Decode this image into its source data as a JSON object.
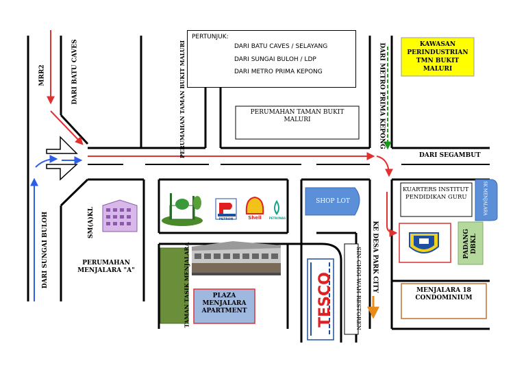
{
  "legend": {
    "title": "PERTUNJUK:",
    "items": [
      {
        "label": "DARI BATU CAVES / SELAYANG",
        "color": "#e03030",
        "style": "solid"
      },
      {
        "label": "DARI SUNGAI BULOH / LDP",
        "color": "#2d5ee8",
        "style": "solid"
      },
      {
        "label": "DARI METRO PRIMA KEPONG",
        "color": "#1a9a1a",
        "style": "dashed"
      }
    ]
  },
  "roads": {
    "mrr2": "MRR2",
    "dari_batu_caves": "DARI BATU CAVES",
    "dari_sungai_buloh": "DARI SUNGAI BULOH",
    "dari_metro_prima_kepong": "DARI METRO PRIMA KEPONG",
    "dari_segambut": "DARI SEGAMBUT",
    "ke_desa_park_city": "KE DESA PARK CITY"
  },
  "places": {
    "perumahan_tbm_vertical": "PERUMAHAN TAMAN BUKIT MALURI",
    "perumahan_tbm_line1": "PERUMAHAN TAMAN BUKIT",
    "perumahan_tbm_line2": "MALURI",
    "kawasan_line1": "KAWASAN",
    "kawasan_line2": "PERINDUSTRIAN",
    "kawasan_line3": "TMN BUKIT",
    "kawasan_line4": "MALURI",
    "kuarters_line1": "KUARTERS INSTITUT",
    "kuarters_line2": "PENDIDIKAN GURU",
    "shop_lot": "SHOP LOT",
    "smk": "SM(A)KL",
    "perumahan_menjalara_line1": "PERUMAHAN",
    "perumahan_menjalara_line2": "MENJALARA \"A\"",
    "taman_tasik": "TAMAN TASIK MENJALARA",
    "plaza_line1": "PLAZA",
    "plaza_line2": "MENJALARA",
    "plaza_line3": "APARTMENT",
    "sin_choi_wah": "SIN CHOI WAH RESTOREN",
    "padang_dbkl_line1": "PADANG",
    "padang_dbkl_line2": "DBKL",
    "menjalara18_line1": "MENJALARA 18",
    "menjalara18_line2": "CONDOMINIUM",
    "sk_menjalara": "SK MENJALARA",
    "tesco": "TESCO",
    "petron": "PETRON",
    "shell": "Shell",
    "petronas": "PETRONAS"
  },
  "colors": {
    "road_line": "#000000",
    "red_route": "#e03030",
    "blue_route": "#2d5ee8",
    "green_route": "#1a9a1a",
    "orange_arrow": "#e88a1a",
    "kawasan_fill": "#ffff00",
    "shop_lot_fill": "#5b8fd8",
    "taman_tasik_fill": "#6b8e3a",
    "plaza_fill": "#9fb8e0",
    "padang_fill": "#b5d99c",
    "tesco_blue": "#1d4fa0",
    "tesco_red": "#e02020"
  }
}
